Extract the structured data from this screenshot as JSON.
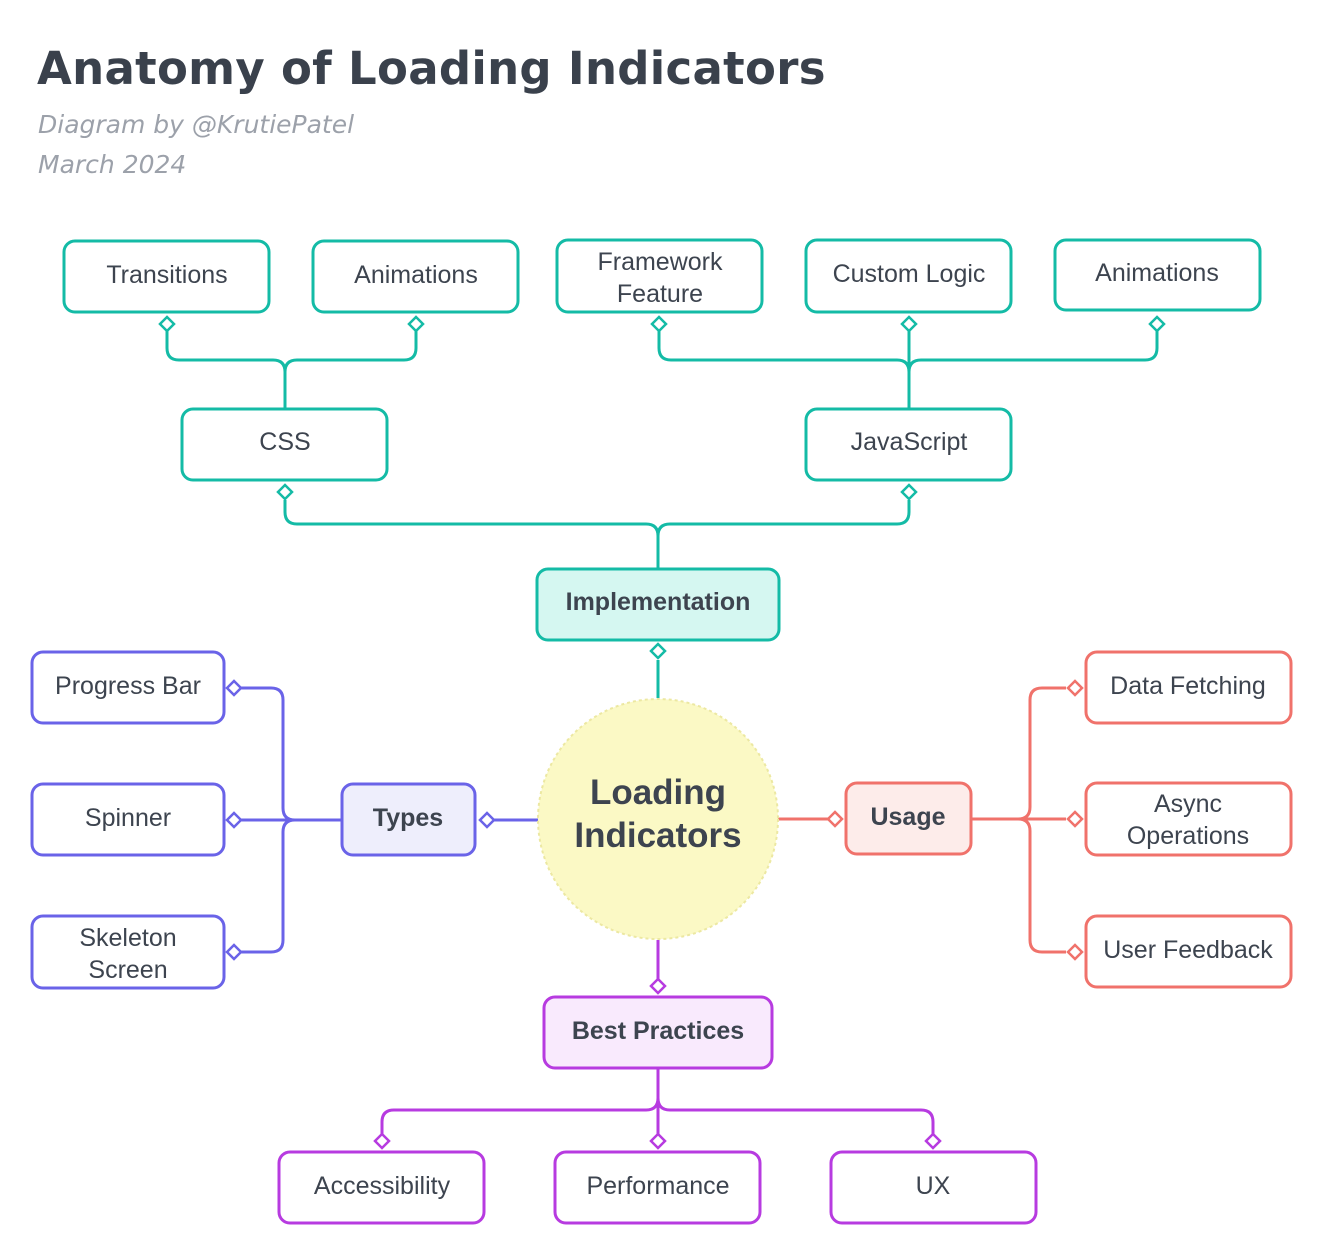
{
  "header": {
    "title": "Anatomy of Loading Indicators",
    "byline": "Diagram by @KrutiePatel",
    "date": "March 2024"
  },
  "colors": {
    "implementation": "#14bba6",
    "implementation_fill": "#d5f7f1",
    "types": "#6a63e8",
    "types_fill": "#eeeefc",
    "usage": "#f0726b",
    "usage_fill": "#fdecea",
    "best_practices": "#b73be0",
    "best_practices_fill": "#f9eafd",
    "center_fill": "#fbf9c5",
    "center_stroke": "#ece8a2"
  },
  "center": {
    "line1": "Loading",
    "line2": "Indicators"
  },
  "implementation": {
    "label": "Implementation",
    "css": {
      "label": "CSS",
      "children": [
        "Transitions",
        "Animations"
      ]
    },
    "javascript": {
      "label": "JavaScript",
      "children": [
        [
          "Framework",
          "Feature"
        ],
        [
          "Custom Logic"
        ],
        [
          "Animations"
        ]
      ]
    }
  },
  "types": {
    "label": "Types",
    "children": [
      [
        "Progress Bar"
      ],
      [
        "Spinner"
      ],
      [
        "Skeleton",
        "Screen"
      ]
    ]
  },
  "usage": {
    "label": "Usage",
    "children": [
      [
        "Data Fetching"
      ],
      [
        "Async",
        "Operations"
      ],
      [
        "User Feedback"
      ]
    ]
  },
  "best_practices": {
    "label": "Best Practices",
    "children": [
      "Accessibility",
      "Performance",
      "UX"
    ]
  }
}
